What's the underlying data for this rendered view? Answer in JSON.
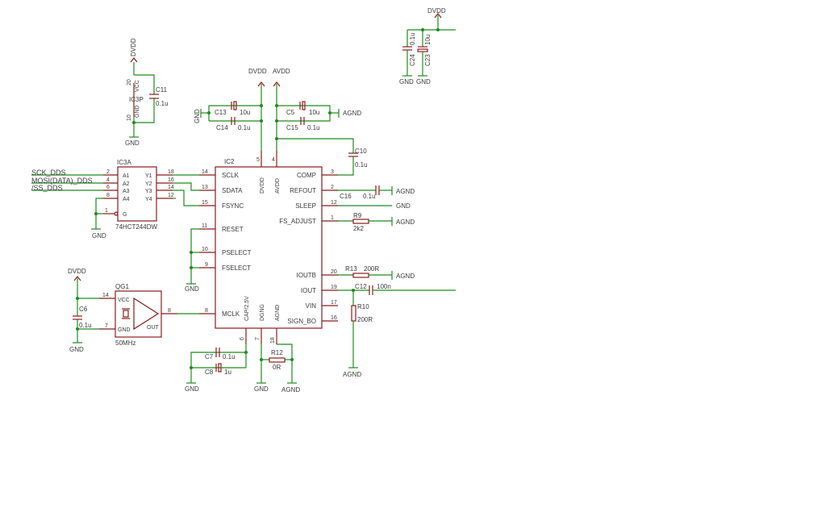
{
  "ic2": {
    "name": "IC2",
    "pins_left": [
      {
        "num": "14",
        "label": "SCLK"
      },
      {
        "num": "13",
        "label": "SDATA"
      },
      {
        "num": "15",
        "label": "FSYNC"
      },
      {
        "num": "11",
        "label": "RESET"
      },
      {
        "num": "10",
        "label": "PSELECT"
      },
      {
        "num": "9",
        "label": "FSELECT"
      },
      {
        "num": "8",
        "label": "MCLK"
      }
    ],
    "pins_right": [
      {
        "num": "3",
        "label": "COMP"
      },
      {
        "num": "2",
        "label": "REFOUT"
      },
      {
        "num": "12",
        "label": "SLEEP"
      },
      {
        "num": "1",
        "label": "FS_ADJUST"
      },
      {
        "num": "20",
        "label": "IOUTB"
      },
      {
        "num": "19",
        "label": "IOUT"
      },
      {
        "num": "17",
        "label": "VIN"
      },
      {
        "num": "16",
        "label": "SIGN_BO"
      }
    ],
    "pins_top": [
      {
        "num": "5",
        "label": "DVDD"
      },
      {
        "num": "4",
        "label": "AVDD"
      }
    ],
    "pins_bottom": [
      {
        "num": "6",
        "label": "CAP/2.5V"
      },
      {
        "num": "7",
        "label": "DGNG"
      },
      {
        "num": "18",
        "label": "AGND"
      }
    ]
  },
  "ic3a": {
    "name": "IC3A",
    "part": "74HCT244DW",
    "pins_left": [
      {
        "num": "2",
        "label": "A1"
      },
      {
        "num": "4",
        "label": "A2"
      },
      {
        "num": "6",
        "label": "A3"
      },
      {
        "num": "8",
        "label": "A4"
      },
      {
        "num": "1",
        "label": "G"
      }
    ],
    "pins_right": [
      {
        "num": "18",
        "label": "Y1"
      },
      {
        "num": "16",
        "label": "Y2"
      },
      {
        "num": "14",
        "label": "Y3"
      },
      {
        "num": "12",
        "label": "Y4"
      }
    ]
  },
  "ic3p": {
    "name": "IC3P",
    "vcc": "VCC",
    "gnd": "GND",
    "pin_vcc": "20",
    "pin_gnd": "10"
  },
  "qg1": {
    "name": "QG1",
    "freq": "50MHz",
    "vcc": "VCC",
    "gnd": "GND",
    "out": "OUT",
    "pin_vcc": "14",
    "pin_gnd": "7",
    "pin_out": "8"
  },
  "nets": {
    "sck": "SCK_DDS",
    "mosi": "MOSI(DATA)_DDS",
    "ss": "/SS_DDS",
    "dvdd": "DVDD",
    "avdd": "AVDD",
    "gnd": "GND",
    "agnd": "AGND"
  },
  "components": {
    "c11": {
      "name": "C11",
      "value": "0.1u"
    },
    "c13": {
      "name": "C13",
      "value": "10u"
    },
    "c14": {
      "name": "C14",
      "value": "0.1u"
    },
    "c5": {
      "name": "C5",
      "value": "10u"
    },
    "c15": {
      "name": "C15",
      "value": "0.1u"
    },
    "c10": {
      "name": "C10",
      "value": "0.1u"
    },
    "c16": {
      "name": "C16",
      "value": "0.1u"
    },
    "r9": {
      "name": "R9",
      "value": "2k2"
    },
    "r13": {
      "name": "R13",
      "value": "200R"
    },
    "c12": {
      "name": "C12",
      "value": "100n"
    },
    "r10": {
      "name": "R10",
      "value": "200R"
    },
    "c7": {
      "name": "C7",
      "value": "0.1u"
    },
    "c8": {
      "name": "C8",
      "value": "1u"
    },
    "r12": {
      "name": "R12",
      "value": "0R"
    },
    "c6": {
      "name": "C6",
      "value": "0.1u"
    },
    "c24": {
      "name": "C24",
      "value": "0.1u"
    },
    "c23": {
      "name": "C23",
      "value": "10u"
    }
  }
}
